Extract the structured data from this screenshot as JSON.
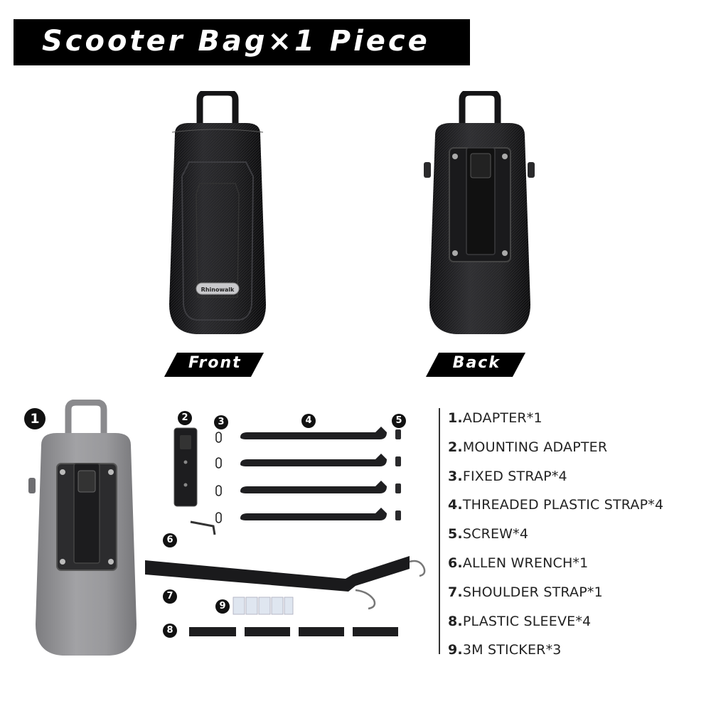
{
  "header": {
    "title": "Scooter Bag×1 Piece"
  },
  "views": {
    "front_label": "Front",
    "back_label": "Back"
  },
  "brand": {
    "badge_text": "Rhinowalk"
  },
  "badges": [
    "1",
    "2",
    "3",
    "4",
    "5",
    "6",
    "7",
    "8",
    "9"
  ],
  "parts": [
    {
      "num": "1.",
      "name": "ADAPTER*1"
    },
    {
      "num": "2.",
      "name": "MOUNTING ADAPTER"
    },
    {
      "num": "3.",
      "name": "FIXED STRAP*4"
    },
    {
      "num": "4.",
      "name": "THREADED PLASTIC STRAP*4"
    },
    {
      "num": "5.",
      "name": "SCREW*4"
    },
    {
      "num": "6.",
      "name": "ALLEN WRENCH*1"
    },
    {
      "num": "7.",
      "name": "SHOULDER STRAP*1"
    },
    {
      "num": "8.",
      "name": "PLASTIC SLEEVE*4"
    },
    {
      "num": "9.",
      "name": "3M STICKER*3"
    }
  ],
  "colors": {
    "bag_dark": "#1c1c1e",
    "bag_grey": "#8e8e90",
    "text": "#222222",
    "banner": "#000000"
  }
}
